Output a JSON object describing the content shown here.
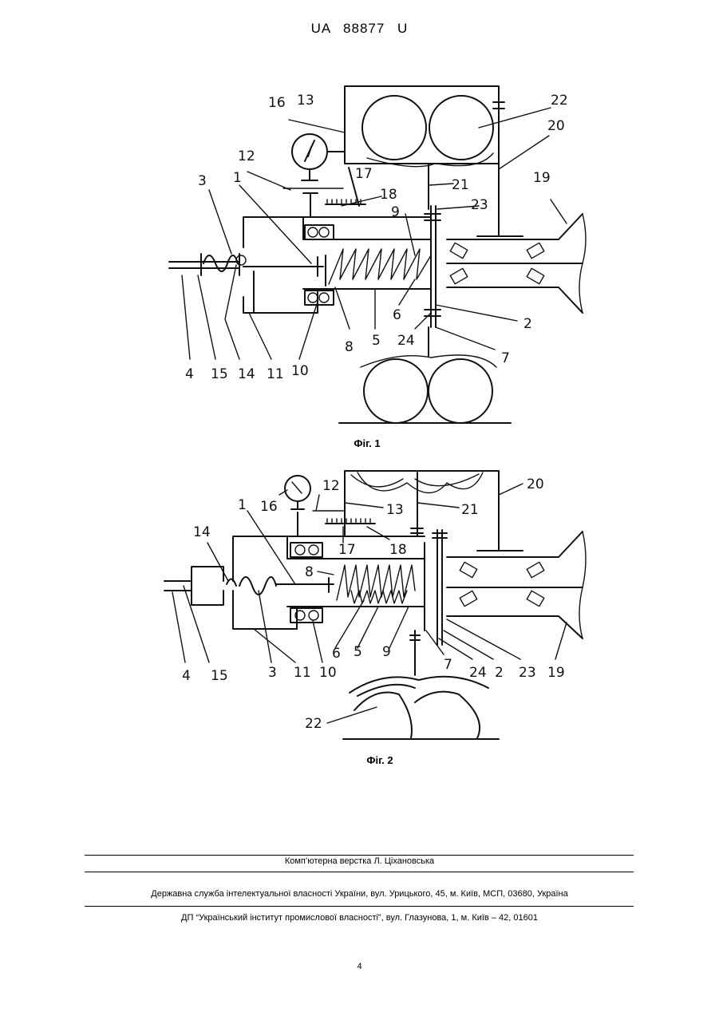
{
  "header": {
    "patent_id": "UA   88877   U"
  },
  "figure1": {
    "caption": "Фіг. 1",
    "labels": [
      "16",
      "13",
      "22",
      "20",
      "12",
      "17",
      "18",
      "21",
      "19",
      "3",
      "1",
      "9",
      "23",
      "4",
      "15",
      "14",
      "11",
      "10",
      "8",
      "5",
      "6",
      "24",
      "2",
      "7"
    ]
  },
  "figure2": {
    "caption": "Фіг. 2",
    "labels": [
      "12",
      "20",
      "16",
      "13",
      "21",
      "1",
      "14",
      "18",
      "17",
      "8",
      "4",
      "15",
      "3",
      "11",
      "10",
      "6",
      "5",
      "9",
      "7",
      "24",
      "2",
      "23",
      "19",
      "22"
    ]
  },
  "footer": {
    "composer": "Комп’ютерна верстка Л. Ціхановська",
    "agency": "Державна служба інтелектуальної власності України, вул. Урицького, 45, м. Київ, МСП, 03680, Україна",
    "institute": "ДП “Український інститут промислової власності”, вул. Глазунова, 1, м. Київ – 42, 01601",
    "page_number": "4"
  }
}
